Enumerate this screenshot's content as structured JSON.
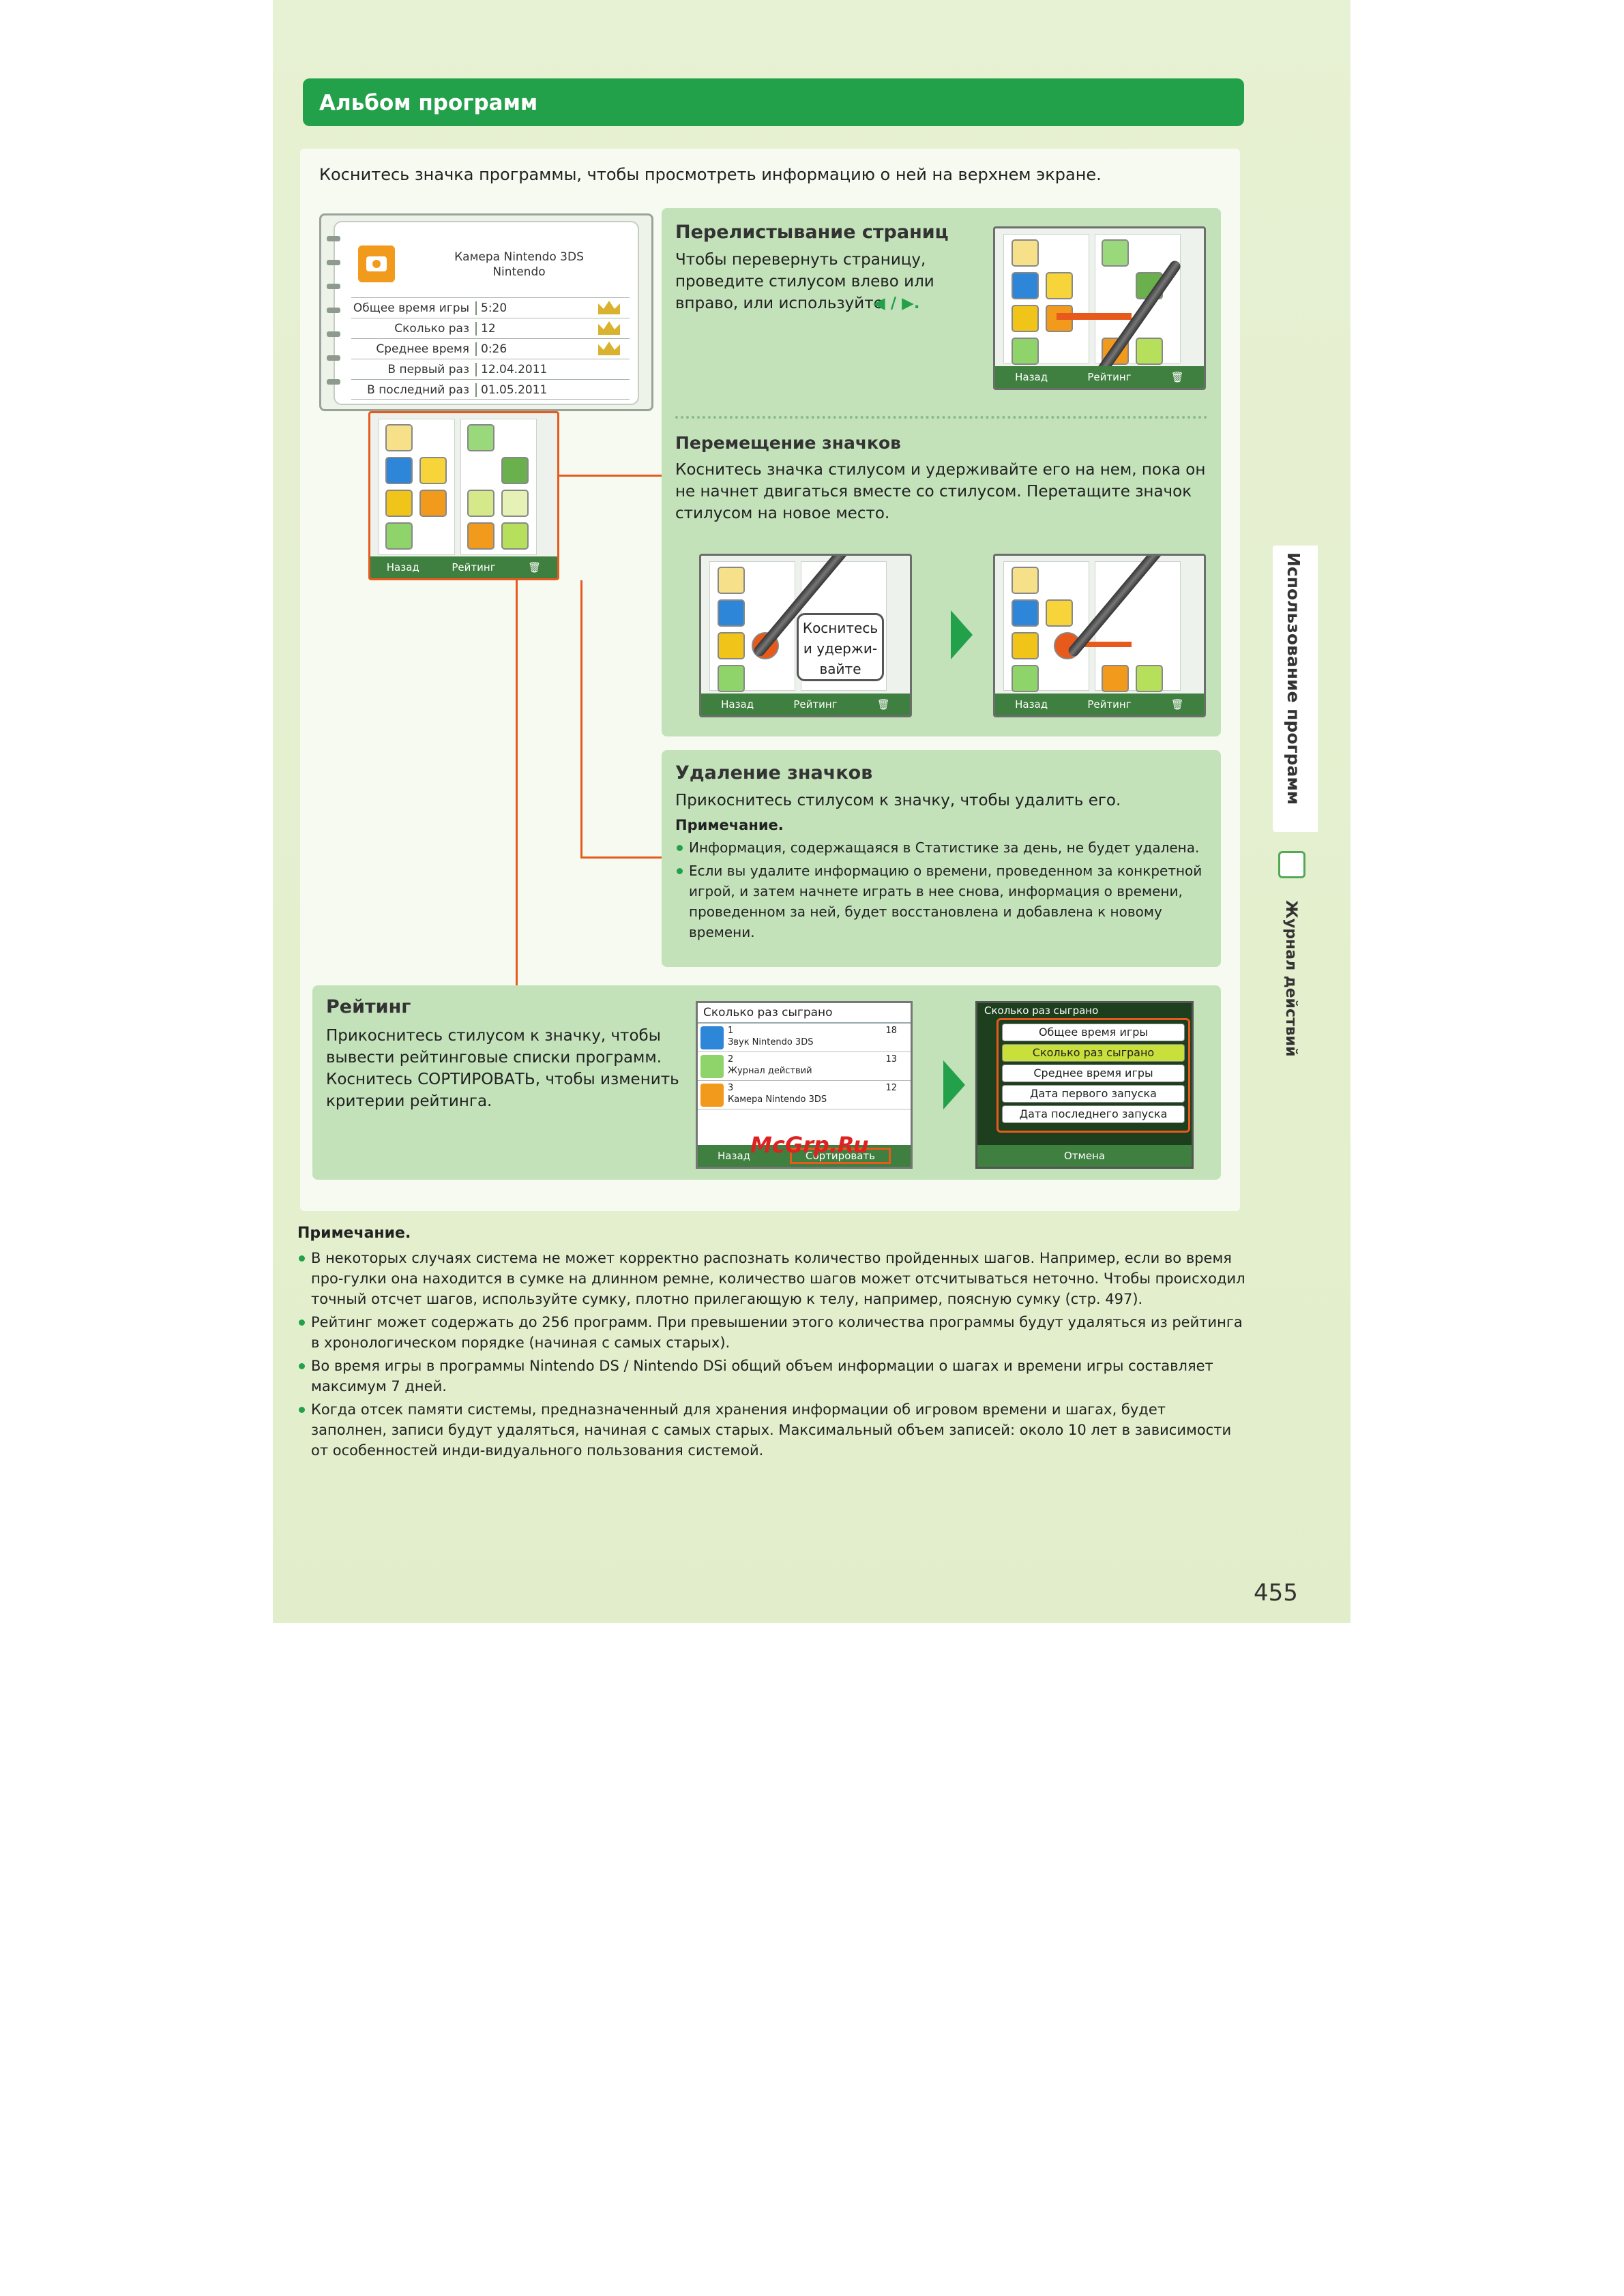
{
  "header": {
    "title": "Альбом программ"
  },
  "intro": "Коснитесь значка программы, чтобы просмотреть информацию о ней на верхнем экране.",
  "info_panel": {
    "program_name": "Камера Nintendo 3DS",
    "publisher": "Nintendo",
    "stats": [
      {
        "label": "Общее время игры",
        "value": "5:20"
      },
      {
        "label": "Сколько раз",
        "value": "12"
      },
      {
        "label": "Среднее время",
        "value": "0:26"
      },
      {
        "label": "В первый раз",
        "value": "12.04.2011"
      },
      {
        "label": "В последний раз",
        "value": "01.05.2011"
      }
    ]
  },
  "bottom_bar": {
    "back": "Назад",
    "rating": "Рейтинг"
  },
  "page_flip": {
    "title": "Перелистывание страниц",
    "text_lines": [
      "Чтобы перевернуть страницу,",
      "проведите стилусом влево или",
      "вправо, или используйте"
    ],
    "arrows": "◀ / ▶."
  },
  "move_icons": {
    "title": "Перемещение значков",
    "text_lines": [
      "Коснитесь значка стилусом и удерживайте его на нем, пока он",
      "не начнет двигаться вместе со стилусом. Перетащите значок",
      "стилусом на новое место."
    ],
    "bubble": [
      "Коснитесь",
      "и удержи-",
      "вайте"
    ]
  },
  "delete_icons": {
    "title": "Удаление значков",
    "text": "Прикоснитесь стилусом к значку, чтобы удалить его.",
    "note_title": "Примечание.",
    "notes": [
      "Информация, содержащаяся в Статистике за день, не будет удалена.",
      "Если вы удалите информацию о времени, проведенном за конкретной игрой, и затем начнете играть в нее снова, информация о времени, проведенном за ней, будет восстановлена и добавлена к новому времени."
    ]
  },
  "rating": {
    "title": "Рейтинг",
    "text_lines": [
      "Прикоснитесь стилусом к значку, чтобы",
      "вывести рейтинговые списки программ.",
      "Коснитесь СОРТИРОВАТЬ, чтобы изменить",
      "критерии рейтинга."
    ]
  },
  "rank_screen": {
    "header": "Сколько раз сыграно",
    "items": [
      {
        "rank": "1",
        "name": "Звук Nintendo 3DS",
        "count": "18"
      },
      {
        "rank": "2",
        "name": "Журнал действий",
        "count": "13"
      },
      {
        "rank": "3",
        "name": "Камера Nintendo 3DS",
        "count": "12"
      }
    ],
    "back": "Назад",
    "sort": "Сортировать"
  },
  "sort_menu": {
    "header": "Сколько раз сыграно",
    "options": [
      "Общее время игры",
      "Сколько раз сыграно",
      "Среднее время игры",
      "Дата первого запуска",
      "Дата последнего запуска"
    ],
    "cancel": "Отмена"
  },
  "watermark": "McGrp.Ru",
  "bottom_notes": {
    "title": "Примечание.",
    "items": [
      "В некоторых случаях система не может корректно распознать количество пройденных шагов. Например, если во время про-гулки она находится в сумке на длинном ремне, количество шагов может отсчитываться неточно. Чтобы происходил точный отсчет шагов, используйте сумку, плотно прилегающую к телу, например, поясную сумку (стр. 497).",
      "Рейтинг может содержать до 256 программ. При превышении этого количества программы будут удаляться из рейтинга в хронологическом порядке (начиная с самых старых).",
      "Во время игры в программы Nintendo DS / Nintendo DSi общий объем информации о шагах и времени игры составляет максимум 7 дней.",
      "Когда отсек памяти системы, предназначенный для хранения информации об игровом времени и шагах, будет заполнен, записи будут удаляться, начиная с самых старых. Максимальный объем записей: около 10 лет в зависимости от особенностей инди-видуального пользования системой."
    ]
  },
  "side": {
    "section": "Использование программ",
    "subsection": "Журнал действий"
  },
  "page_number": "455"
}
